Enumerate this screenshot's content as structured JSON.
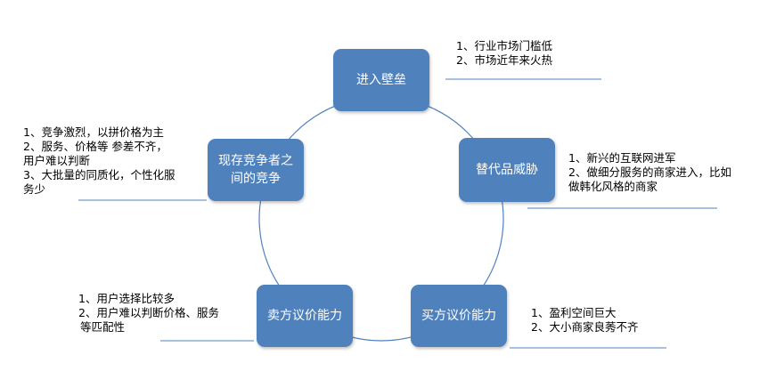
{
  "diagram": {
    "line_color": "#4F81BD",
    "node_fill": "#4F81BD",
    "node_text_color": "#ffffff",
    "nodes": {
      "entry_barriers": "进入壁垒",
      "substitute_threat": "替代品威胁",
      "buyer_power": "买方议价能力",
      "seller_power": "卖方议价能力",
      "rivalry": "现存竞争者之间的竞争"
    },
    "notes": {
      "entry_barriers": [
        "1、行业市场门槛低",
        "2、市场近年来火热"
      ],
      "substitute_threat": [
        "1、新兴的互联网进军",
        "2、做细分服务的商家进入，比如",
        "做韩化风格的商家"
      ],
      "buyer_power": [
        "1、盈利空间巨大",
        "2、大小商家良莠不齐"
      ],
      "seller_power": [
        "1、用户选择比较多",
        "2、用户难以判断价格、服务",
        "等匹配性"
      ],
      "rivalry": [
        "1、竞争激烈，以拼价格为主",
        "2、服务、价格等 参差不齐，",
        "用户难以判断",
        "3、大批量的同质化，个性化服",
        "务少"
      ]
    }
  }
}
